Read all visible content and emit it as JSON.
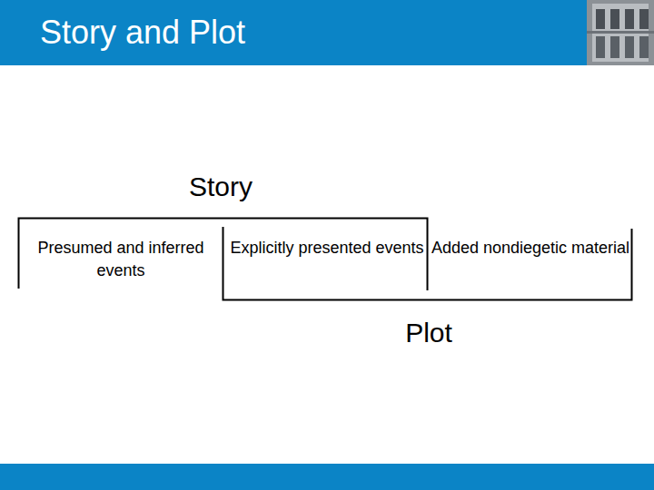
{
  "diagram": {
    "title": "Story and Plot",
    "labels": [
      "Story",
      "Presumed and inferred events",
      "Explicitly presented events",
      "Added nondiegetic material",
      "Plot"
    ]
  }
}
